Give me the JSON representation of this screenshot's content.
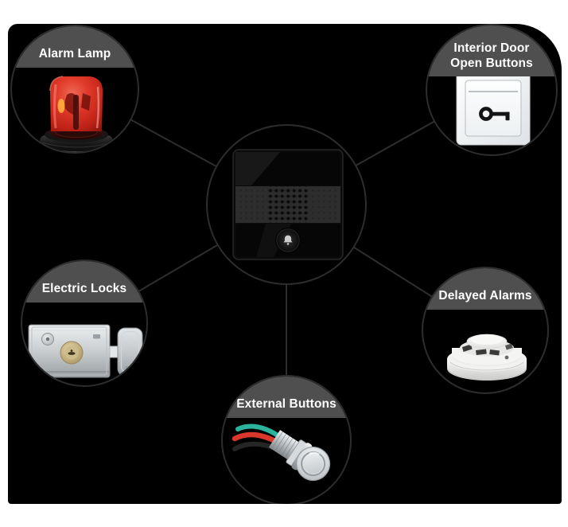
{
  "diagram": {
    "type": "hub-spoke-product-diagram",
    "hub": {
      "id": "audio-intercom-unit",
      "illustration": "black-intercom-panel-with-speaker-grille-and-bell-button",
      "label": ""
    },
    "nodes": [
      {
        "id": "alarm-lamp",
        "label": "Alarm Lamp",
        "illustration": "red-alarm-beacon-lamp"
      },
      {
        "id": "interior-door-open-buttons",
        "label": "Interior Door Open Buttons",
        "illustration": "white-wall-switch-with-key-icon"
      },
      {
        "id": "electric-locks",
        "label": "Electric Locks",
        "illustration": "stainless-electric-rim-lock-with-brass-cylinder"
      },
      {
        "id": "delayed-alarms",
        "label": "Delayed Alarms",
        "illustration": "white-smoke-detector"
      },
      {
        "id": "external-buttons",
        "label": "External Buttons",
        "illustration": "metal-push-button-with-red-green-black-wires"
      }
    ],
    "colors": {
      "page_background": "#ffffff",
      "canvas_background": "#000000",
      "label_banner": "#4f4f4f",
      "label_text": "#ffffff",
      "circle_outline": "#2d2d2d",
      "connector_line": "#2e2e2e",
      "beacon_red": "#d32717",
      "wire_red": "#d8372a",
      "wire_teal": "#2cb39e",
      "brass": "#c9b887"
    }
  }
}
